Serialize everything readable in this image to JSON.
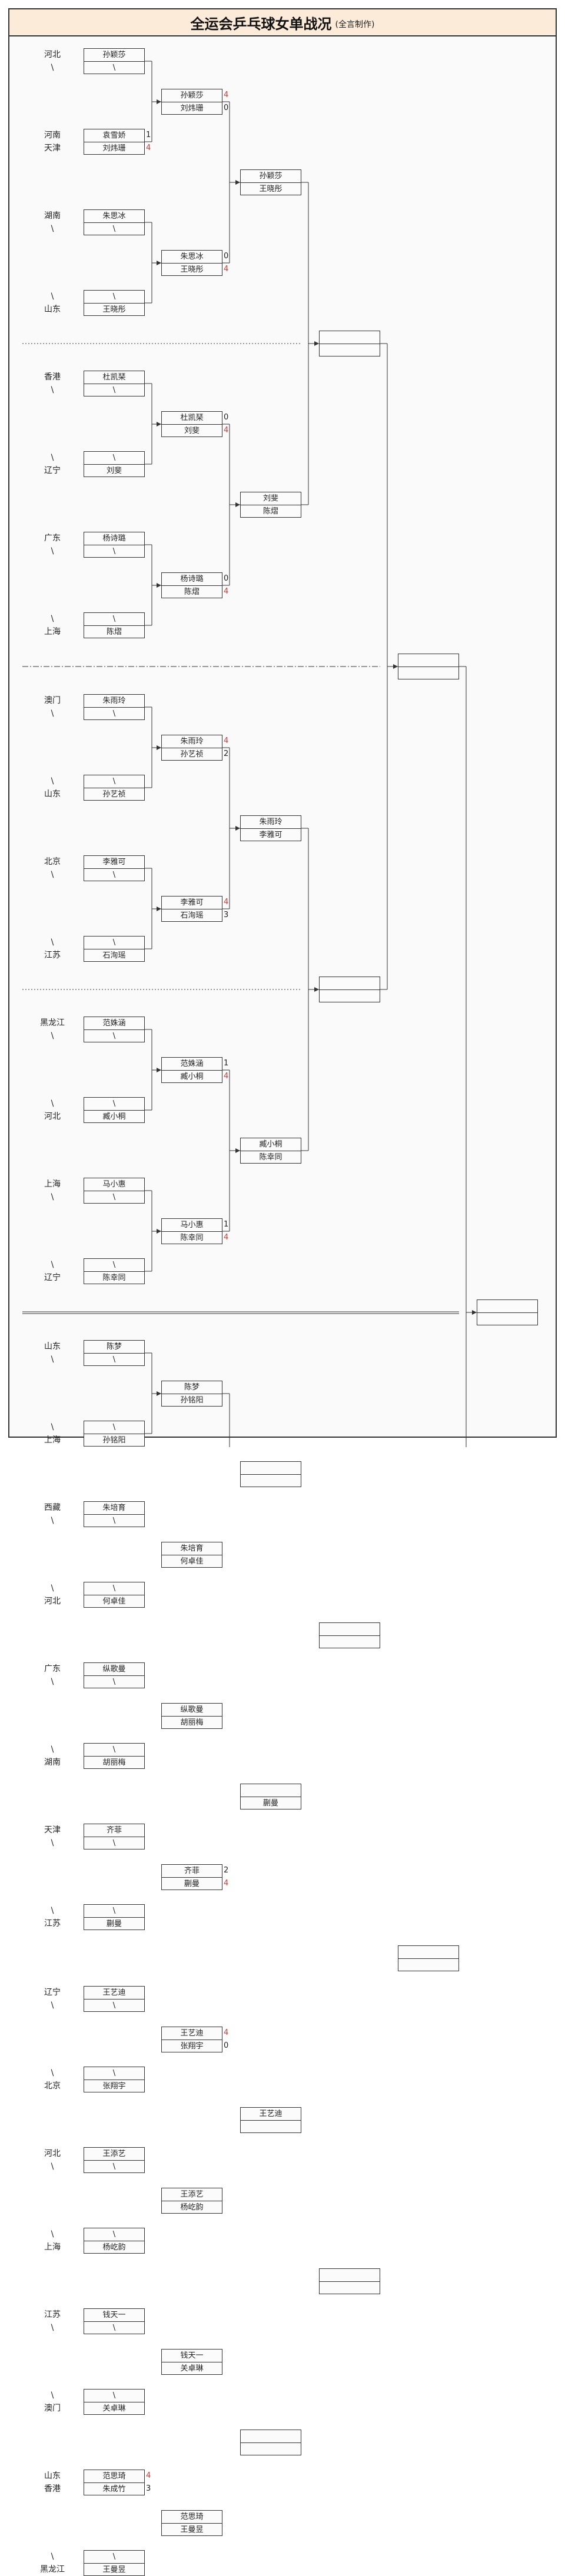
{
  "title": "全运会乒乓球女单战况",
  "subtitle": "(全言制作)",
  "colors": {
    "winner_score": "#e03030",
    "title_bg": "#fcebd9",
    "line": "#333333"
  },
  "bracket": {
    "r1": [
      {
        "p1": "孙颖莎",
        "p2": "\\",
        "prov1": "河北",
        "prov2": "\\"
      },
      {
        "p1": "袁雪娇",
        "p2": "刘炜珊",
        "prov1": "河南",
        "prov2": "天津",
        "s1": "1",
        "s2": "4"
      },
      {
        "p1": "朱思冰",
        "p2": "\\",
        "prov1": "湖南",
        "prov2": "\\"
      },
      {
        "p1": "\\",
        "p2": "王晓彤",
        "prov1": "\\",
        "prov2": "山东"
      },
      {
        "p1": "杜凯琹",
        "p2": "\\",
        "prov1": "香港",
        "prov2": "\\"
      },
      {
        "p1": "\\",
        "p2": "刘斐",
        "prov1": "\\",
        "prov2": "辽宁"
      },
      {
        "p1": "杨诗璐",
        "p2": "\\",
        "prov1": "广东",
        "prov2": "\\"
      },
      {
        "p1": "\\",
        "p2": "陈熠",
        "prov1": "\\",
        "prov2": "上海"
      },
      {
        "p1": "朱雨玲",
        "p2": "\\",
        "prov1": "澳门",
        "prov2": "\\"
      },
      {
        "p1": "\\",
        "p2": "孙艺祯",
        "prov1": "\\",
        "prov2": "山东"
      },
      {
        "p1": "李雅可",
        "p2": "\\",
        "prov1": "北京",
        "prov2": "\\"
      },
      {
        "p1": "\\",
        "p2": "石洵瑶",
        "prov1": "\\",
        "prov2": "江苏"
      },
      {
        "p1": "范姝涵",
        "p2": "\\",
        "prov1": "黑龙江",
        "prov2": "\\"
      },
      {
        "p1": "\\",
        "p2": "臧小桐",
        "prov1": "\\",
        "prov2": "河北"
      },
      {
        "p1": "马小惠",
        "p2": "\\",
        "prov1": "上海",
        "prov2": "\\"
      },
      {
        "p1": "\\",
        "p2": "陈幸同",
        "prov1": "\\",
        "prov2": "辽宁"
      },
      {
        "p1": "陈梦",
        "p2": "\\",
        "prov1": "山东",
        "prov2": "\\"
      },
      {
        "p1": "\\",
        "p2": "孙铭阳",
        "prov1": "\\",
        "prov2": "上海"
      },
      {
        "p1": "朱培育",
        "p2": "\\",
        "prov1": "西藏",
        "prov2": "\\"
      },
      {
        "p1": "\\",
        "p2": "何卓佳",
        "prov1": "\\",
        "prov2": "河北"
      },
      {
        "p1": "纵歌曼",
        "p2": "\\",
        "prov1": "广东",
        "prov2": "\\"
      },
      {
        "p1": "\\",
        "p2": "胡丽梅",
        "prov1": "\\",
        "prov2": "湖南"
      },
      {
        "p1": "齐菲",
        "p2": "\\",
        "prov1": "天津",
        "prov2": "\\"
      },
      {
        "p1": "\\",
        "p2": "蒯曼",
        "prov1": "\\",
        "prov2": "江苏"
      },
      {
        "p1": "王艺迪",
        "p2": "\\",
        "prov1": "辽宁",
        "prov2": "\\"
      },
      {
        "p1": "\\",
        "p2": "张翔宇",
        "prov1": "\\",
        "prov2": "北京"
      },
      {
        "p1": "王添艺",
        "p2": "\\",
        "prov1": "河北",
        "prov2": "\\"
      },
      {
        "p1": "\\",
        "p2": "杨屹韵",
        "prov1": "\\",
        "prov2": "上海"
      },
      {
        "p1": "钱天一",
        "p2": "\\",
        "prov1": "江苏",
        "prov2": "\\"
      },
      {
        "p1": "\\",
        "p2": "关卓琳",
        "prov1": "\\",
        "prov2": "澳门"
      },
      {
        "p1": "范思琦",
        "p2": "朱成竹",
        "prov1": "山东",
        "prov2": "香港",
        "s1": "4",
        "s2": "3"
      },
      {
        "p1": "\\",
        "p2": "王曼昱",
        "prov1": "\\",
        "prov2": "黑龙江"
      }
    ],
    "r2": [
      {
        "p1": "孙颖莎",
        "p2": "刘炜珊",
        "s1": "4",
        "s2": "0"
      },
      {
        "p1": "朱思冰",
        "p2": "王晓彤",
        "s1": "0",
        "s2": "4"
      },
      {
        "p1": "杜凯琹",
        "p2": "刘斐",
        "s1": "0",
        "s2": "4"
      },
      {
        "p1": "杨诗璐",
        "p2": "陈熠",
        "s1": "0",
        "s2": "4"
      },
      {
        "p1": "朱雨玲",
        "p2": "孙艺祯",
        "s1": "4",
        "s2": "2"
      },
      {
        "p1": "李雅可",
        "p2": "石洵瑶",
        "s1": "4",
        "s2": "3"
      },
      {
        "p1": "范姝涵",
        "p2": "臧小桐",
        "s1": "1",
        "s2": "4"
      },
      {
        "p1": "马小惠",
        "p2": "陈幸同",
        "s1": "1",
        "s2": "4"
      },
      {
        "p1": "陈梦",
        "p2": "孙铭阳"
      },
      {
        "p1": "朱培育",
        "p2": "何卓佳"
      },
      {
        "p1": "纵歌曼",
        "p2": "胡丽梅"
      },
      {
        "p1": "齐菲",
        "p2": "蒯曼",
        "s1": "2",
        "s2": "4"
      },
      {
        "p1": "王艺迪",
        "p2": "张翔宇",
        "s1": "4",
        "s2": "0"
      },
      {
        "p1": "王添艺",
        "p2": "杨屹韵"
      },
      {
        "p1": "钱天一",
        "p2": "关卓琳"
      },
      {
        "p1": "范思琦",
        "p2": "王曼昱"
      }
    ],
    "r3": [
      {
        "p1": "孙颖莎",
        "p2": "王晓彤"
      },
      {
        "p1": "刘斐",
        "p2": "陈熠"
      },
      {
        "p1": "朱雨玲",
        "p2": "李雅可"
      },
      {
        "p1": "臧小桐",
        "p2": "陈幸同"
      },
      {
        "p1": "",
        "p2": ""
      },
      {
        "p1": "",
        "p2": "蒯曼"
      },
      {
        "p1": "王艺迪",
        "p2": ""
      },
      {
        "p1": "",
        "p2": ""
      }
    ],
    "r4": [
      {
        "p1": "",
        "p2": ""
      },
      {
        "p1": "",
        "p2": ""
      },
      {
        "p1": "",
        "p2": ""
      },
      {
        "p1": "",
        "p2": ""
      }
    ],
    "r5": [
      {
        "p1": "",
        "p2": ""
      },
      {
        "p1": "",
        "p2": ""
      }
    ],
    "r6": [
      {
        "p1": "",
        "p2": ""
      }
    ]
  }
}
